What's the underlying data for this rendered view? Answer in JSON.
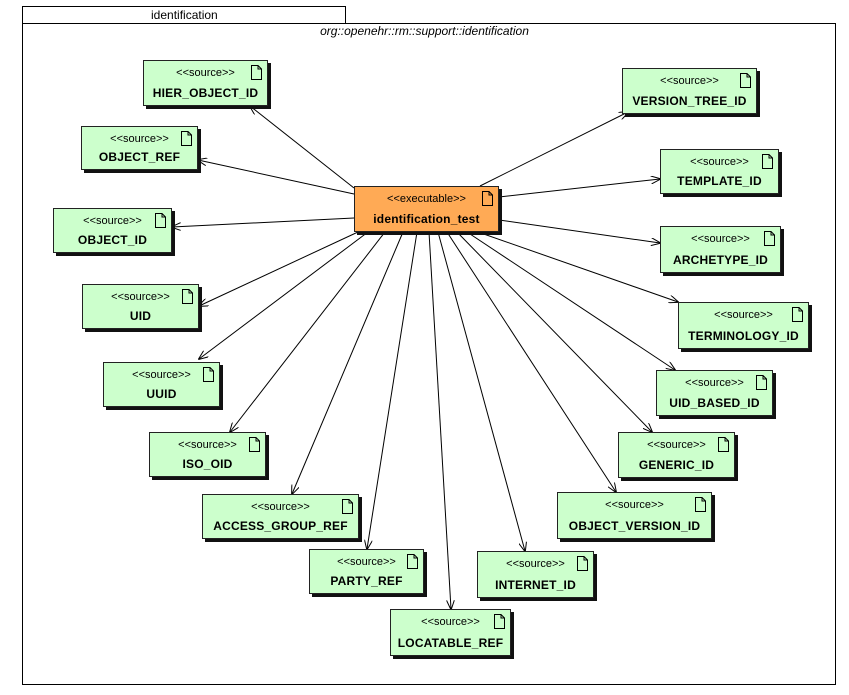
{
  "frame": {
    "tab_label": "identification",
    "package_name": "org::openehr::rm::support::identification"
  },
  "center": {
    "stereotype": "<<executable>>",
    "name": "identification_test"
  },
  "nodes": [
    {
      "stereotype": "<<source>>",
      "name": "HIER_OBJECT_ID"
    },
    {
      "stereotype": "<<source>>",
      "name": "OBJECT_REF"
    },
    {
      "stereotype": "<<source>>",
      "name": "OBJECT_ID"
    },
    {
      "stereotype": "<<source>>",
      "name": "UID"
    },
    {
      "stereotype": "<<source>>",
      "name": "UUID"
    },
    {
      "stereotype": "<<source>>",
      "name": "ISO_OID"
    },
    {
      "stereotype": "<<source>>",
      "name": "ACCESS_GROUP_REF"
    },
    {
      "stereotype": "<<source>>",
      "name": "PARTY_REF"
    },
    {
      "stereotype": "<<source>>",
      "name": "LOCATABLE_REF"
    },
    {
      "stereotype": "<<source>>",
      "name": "INTERNET_ID"
    },
    {
      "stereotype": "<<source>>",
      "name": "OBJECT_VERSION_ID"
    },
    {
      "stereotype": "<<source>>",
      "name": "GENERIC_ID"
    },
    {
      "stereotype": "<<source>>",
      "name": "UID_BASED_ID"
    },
    {
      "stereotype": "<<source>>",
      "name": "TERMINOLOGY_ID"
    },
    {
      "stereotype": "<<source>>",
      "name": "ARCHETYPE_ID"
    },
    {
      "stereotype": "<<source>>",
      "name": "TEMPLATE_ID"
    },
    {
      "stereotype": "<<source>>",
      "name": "VERSION_TREE_ID"
    }
  ],
  "colors": {
    "source_fill": "#ccffcc",
    "executable_fill": "#ffaa55",
    "line": "#000000"
  },
  "icons": {
    "node_icon": "document-icon"
  }
}
